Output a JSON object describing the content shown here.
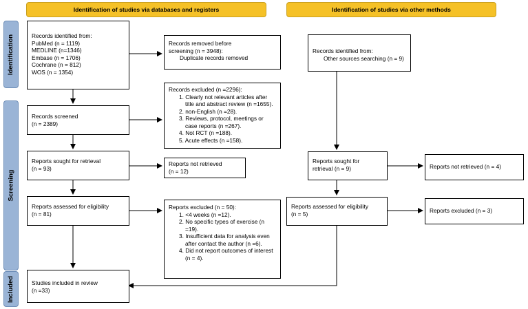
{
  "headers": {
    "databases": "Identification of studies via databases and registers",
    "other": "Identification of studies via other methods"
  },
  "stages": {
    "identification": "Identification",
    "screening": "Screening",
    "included": "Included"
  },
  "records_identified": {
    "title": "Records identified from:",
    "items": [
      "PubMed (n = 1119)",
      "MEDLINE (n=1346)",
      "Embase (n = 1706)",
      "Cochrane (n = 812)",
      "WOS (n = 1354)"
    ]
  },
  "records_removed": {
    "line1": "Records removed before",
    "line2": "screening (n = 3948):",
    "detail": "Duplicate records removed"
  },
  "records_screened": {
    "line1": "Records screened",
    "line2": "(n = 2389)"
  },
  "records_excluded": {
    "title": "Records excluded (n =2296):",
    "items": [
      "1. Clearly not relevant articles after title and abstract review (n =1655).",
      "2. non-English (n =28).",
      "3. Reviews, protocol, meetings or case reports (n =267).",
      "4. Not RCT (n =188).",
      "5. Acute effects (n =158)."
    ]
  },
  "reports_sought": {
    "line1": "Reports sought for retrieval",
    "line2": "(n = 93)"
  },
  "reports_not_retrieved": {
    "line1": "Reports not retrieved",
    "line2": "(n = 12)"
  },
  "reports_assessed": {
    "line1": "Reports assessed for eligibility",
    "line2": "(n = 81)"
  },
  "reports_excluded": {
    "title": "Reports excluded (n = 50):",
    "items": [
      "1. <4 weeks (n =12).",
      "2. No specific types of exercise (n =19).",
      "3. Insufficient data for analysis even after contact the author (n =6).",
      "4. Did not report outcomes of interest (n = 4)."
    ]
  },
  "studies_included": {
    "line1": "Studies included in review",
    "line2": "(n =33)"
  },
  "other_identified": {
    "line1": "Records identified from:",
    "line2": "Other sources searching (n = 9)"
  },
  "other_sought": {
    "line1": "Reports sought for",
    "line2": "retrieval (n = 9)"
  },
  "other_not_retrieved": {
    "line1": "Reports not retrieved (n = 4)"
  },
  "other_assessed": {
    "line1": "Reports assessed for eligibility",
    "line2": "(n = 5)"
  },
  "other_excluded": {
    "line1": "Reports excluded (n = 3)"
  },
  "colors": {
    "header_fill": "#f5c127",
    "stage_fill": "#9ab4d6",
    "box_border": "#000000"
  }
}
